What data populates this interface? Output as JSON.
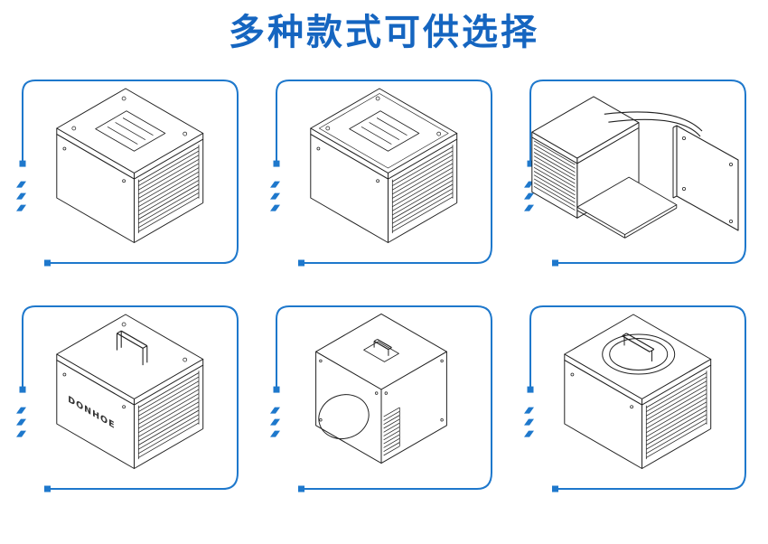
{
  "page": {
    "title": "多种款式可供选择",
    "title_color": "#1565c0",
    "accent_color": "#1e78cc",
    "line_color": "#222222"
  },
  "panels": [
    {
      "name": "style-1-slotted-rack",
      "variant": "rack-a",
      "label": ""
    },
    {
      "name": "style-2-slotted-rack",
      "variant": "rack-b",
      "label": ""
    },
    {
      "name": "style-3-exploded-rack",
      "variant": "exploded",
      "label": ""
    },
    {
      "name": "style-4-handle-rack",
      "variant": "rack-handle",
      "label": "DONHOE"
    },
    {
      "name": "style-5-cube-enclosure",
      "variant": "cube",
      "label": ""
    },
    {
      "name": "style-6-ring-rack",
      "variant": "rack-ring",
      "label": ""
    }
  ]
}
